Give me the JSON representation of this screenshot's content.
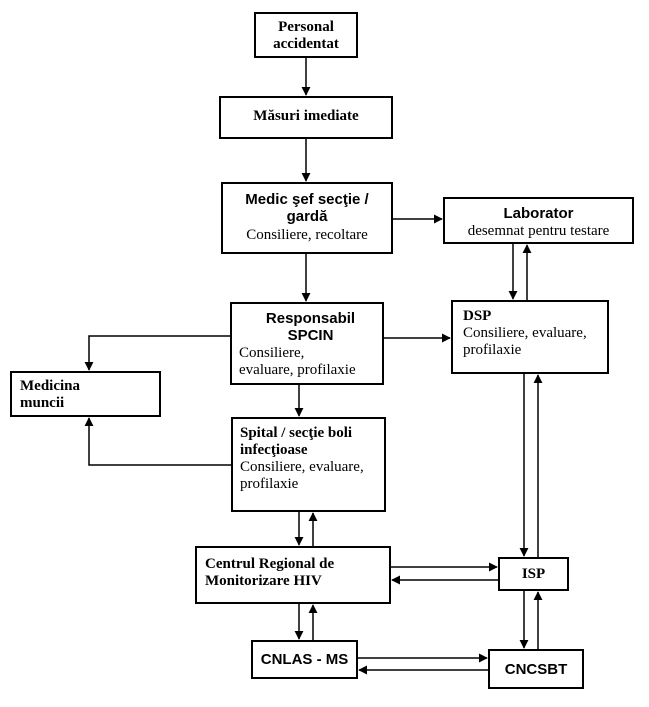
{
  "nodes": {
    "personal": {
      "title": "Personal accidentat"
    },
    "masuri": {
      "title": "Măsuri imediate"
    },
    "medic": {
      "title": "Medic şef secţie / gardă",
      "desc": "Consiliere, recoltare"
    },
    "laborator": {
      "title": "Laborator",
      "desc": "desemnat pentru testare"
    },
    "responsabil": {
      "title": "Responsabil SPCIN",
      "desc": "Consiliere, evaluare, profilaxie"
    },
    "dsp": {
      "title": "DSP",
      "desc": "Consiliere, evaluare, profilaxie"
    },
    "medicina": {
      "title": "Medicina muncii"
    },
    "spital": {
      "title": "Spital / secţie boli infecţioase",
      "desc": "Consiliere, evaluare, profilaxie"
    },
    "centrul": {
      "title": "Centrul Regional de Monitorizare HIV"
    },
    "isp": {
      "title": "ISP"
    },
    "cnlas": {
      "title": "CNLAS - MS"
    },
    "cncsbt": {
      "title": "CNCSBT"
    }
  }
}
